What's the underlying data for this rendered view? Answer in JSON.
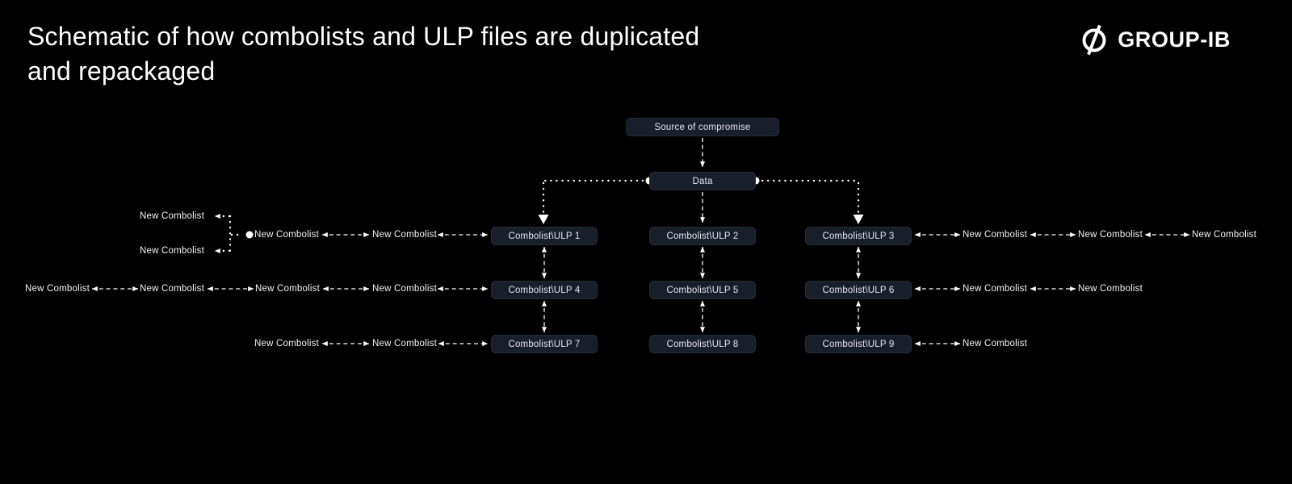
{
  "title": {
    "line1": "Schematic of how combolists and ULP files are duplicated",
    "line2": "and repackaged"
  },
  "logo": {
    "brand": "GROUP-IB",
    "icon": "circle-slash-icon"
  },
  "labels": {
    "new_combolist": "New Combolist"
  },
  "nodes": {
    "source": "Source of compromise",
    "data": "Data",
    "ulp1": "Combolist\\ULP 1",
    "ulp2": "Combolist\\ULP 2",
    "ulp3": "Combolist\\ULP 3",
    "ulp4": "Combolist\\ULP 4",
    "ulp5": "Combolist\\ULP 5",
    "ulp6": "Combolist\\ULP 6",
    "ulp7": "Combolist\\ULP 7",
    "ulp8": "Combolist\\ULP 8",
    "ulp9": "Combolist\\ULP 9"
  },
  "colors": {
    "background": "#000000",
    "node_fill": "#191e2b",
    "node_border": "#272c3b",
    "node_text": "#e3e6ef",
    "label_text": "#f4f4f6",
    "connector": "#ffffff",
    "title_text": "#ffffff"
  }
}
